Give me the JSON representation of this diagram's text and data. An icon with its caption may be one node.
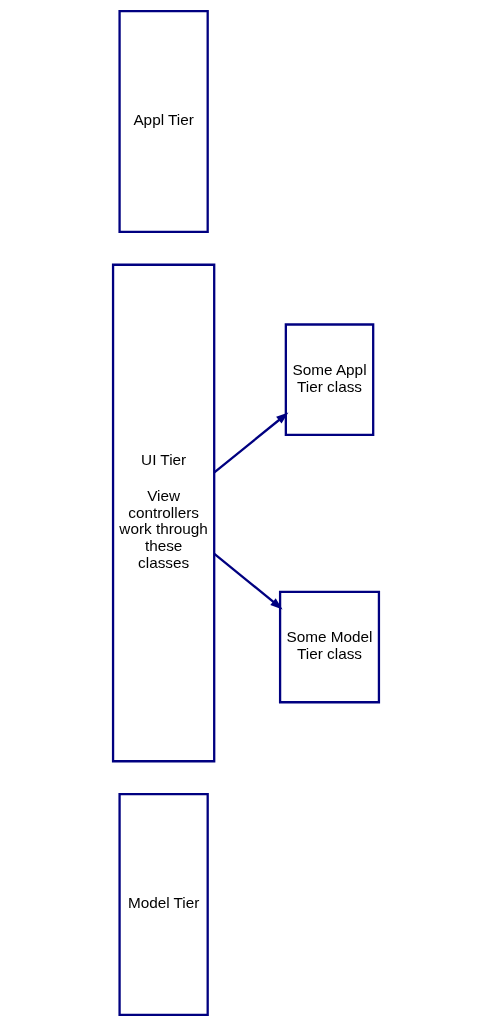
{
  "diagram": {
    "nodes": [
      {
        "text": [
          "UI Tier",
          "View controllers work through these classes"
        ]
      },
      {
        "text": [
          "Appl Tier"
        ]
      },
      {
        "text": [
          "Some Appl Tier class"
        ]
      },
      {
        "text": [
          "Model Tier"
        ]
      },
      {
        "text": [
          "Some Model Tier class"
        ]
      }
    ],
    "edges": [
      {
        "from": 0,
        "to": 2,
        "arrow": "to"
      },
      {
        "from": 0,
        "to": 4,
        "arrow": "to"
      }
    ]
  }
}
